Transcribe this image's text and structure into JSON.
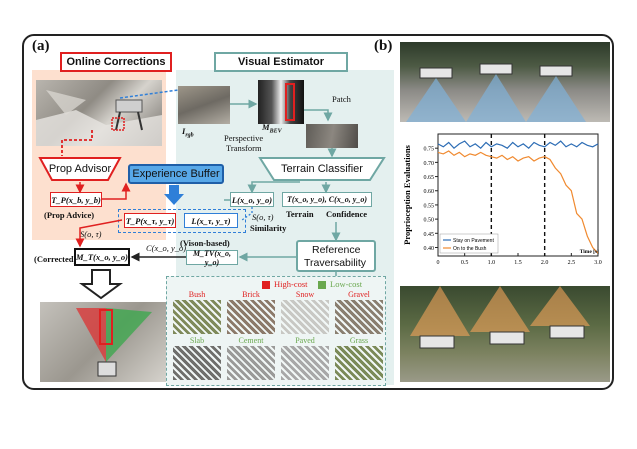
{
  "panel_a_label": "(a)",
  "panel_b_label": "(b)",
  "online_corrections": "Online Corrections",
  "visual_estimator": "Visual Estimator",
  "patch_label": "Patch",
  "i_rgb": "I",
  "i_rgb_sub": "rgb",
  "m_bev": "M",
  "m_bev_sub": "BEV",
  "perspective_transform_1": "Perspective",
  "perspective_transform_2": "Transform",
  "terrain_classifier": "Terrain Classifier",
  "prop_advisor": "Prop Advisor",
  "experience_buffer": "Experience Buffer",
  "tp_xb_yb": "T_P(x_b, y_b)",
  "prop_advice": "(Prop Advice)",
  "l_xo_yo": "L(x_o, y_o)",
  "t_c_xo_yo": "T(x_o, y_o), C(x_o, y_o)",
  "terrain": "Terrain",
  "confidence": "Confidence",
  "s_o_tau_left": "S(o, τ)",
  "s_o_tau_right": "S(o, τ)",
  "similarity": "Similarity",
  "tp_xt_yt": "T_P(x_τ, y_τ)",
  "l_xt_yt": "L(x_τ, y_τ)",
  "corrected": "(Corrected)",
  "mt_xo_yo": "M_T(x_o, y_o)",
  "c_xo_yo": "C(x_o, y_o)",
  "vision_based": "(Vison-based)",
  "mtv_xo_yo": "M_TV(x_o, y_o)",
  "reference_traversability_1": "Reference",
  "reference_traversability_2": "Traversability",
  "high_cost": "High-cost",
  "low_cost": "Low-cost",
  "terrain_tiles": [
    {
      "name": "Bush",
      "cost": "high",
      "color": "#7f8a5a"
    },
    {
      "name": "Brick",
      "cost": "high",
      "color": "#8c7a6a"
    },
    {
      "name": "Snow",
      "cost": "high",
      "color": "#c8c8c4"
    },
    {
      "name": "Gravel",
      "cost": "high",
      "color": "#8a7f70"
    },
    {
      "name": "Slab",
      "cost": "low",
      "color": "#6f6f6c"
    },
    {
      "name": "Cement",
      "cost": "low",
      "color": "#9a9a98"
    },
    {
      "name": "Paved",
      "cost": "low",
      "color": "#a8a8a8"
    },
    {
      "name": "Grass",
      "cost": "low",
      "color": "#7b8a58"
    }
  ],
  "colors": {
    "red": "#e02020",
    "blue": "#2f7fd8",
    "teal_border": "#6fa7a3",
    "teal_bg": "#e4f0ef",
    "peach": "#fde0cf",
    "green_legend": "#6aa84f"
  },
  "chart_data": {
    "type": "line",
    "title": "",
    "xlabel": "Time [s]",
    "ylabel": "Proprioception Evaluations",
    "xlim": [
      0,
      3
    ],
    "ylim": [
      0.37,
      0.8
    ],
    "x_ticks": [
      "0",
      "0.5",
      "1.0",
      "1.5",
      "2.0",
      "2.5",
      "3.0"
    ],
    "y_ticks": [
      "0.75",
      "0.70",
      "0.65",
      "0.60",
      "0.55",
      "0.50",
      "0.45",
      "0.40"
    ],
    "vlines": [
      1.0,
      2.0
    ],
    "legend_position": "bottom-left",
    "series": [
      {
        "name": "Stay on Pavement",
        "color": "#2d6db5",
        "x": [
          0,
          0.1,
          0.2,
          0.3,
          0.4,
          0.5,
          0.6,
          0.7,
          0.8,
          0.9,
          1.0,
          1.1,
          1.2,
          1.3,
          1.4,
          1.5,
          1.6,
          1.7,
          1.8,
          1.9,
          2.0,
          2.1,
          2.2,
          2.3,
          2.4,
          2.5,
          2.6,
          2.7,
          2.8,
          2.9,
          3.0
        ],
        "y": [
          0.765,
          0.755,
          0.77,
          0.75,
          0.765,
          0.775,
          0.755,
          0.765,
          0.75,
          0.77,
          0.755,
          0.765,
          0.76,
          0.75,
          0.77,
          0.755,
          0.765,
          0.75,
          0.77,
          0.76,
          0.755,
          0.77,
          0.76,
          0.775,
          0.755,
          0.765,
          0.755,
          0.77,
          0.76,
          0.755,
          0.765
        ]
      },
      {
        "name": "On to the Bush",
        "color": "#f08a30",
        "x": [
          0,
          0.1,
          0.2,
          0.3,
          0.4,
          0.5,
          0.6,
          0.7,
          0.8,
          0.9,
          1.0,
          1.1,
          1.2,
          1.3,
          1.4,
          1.5,
          1.6,
          1.7,
          1.8,
          1.9,
          2.0,
          2.1,
          2.2,
          2.3,
          2.4,
          2.5,
          2.6,
          2.7,
          2.8,
          2.9,
          3.0
        ],
        "y": [
          0.735,
          0.73,
          0.74,
          0.725,
          0.735,
          0.72,
          0.73,
          0.725,
          0.735,
          0.725,
          0.72,
          0.715,
          0.725,
          0.71,
          0.72,
          0.705,
          0.715,
          0.72,
          0.705,
          0.715,
          0.72,
          0.71,
          0.68,
          0.66,
          0.62,
          0.6,
          0.52,
          0.5,
          0.44,
          0.4,
          0.38
        ]
      }
    ]
  }
}
